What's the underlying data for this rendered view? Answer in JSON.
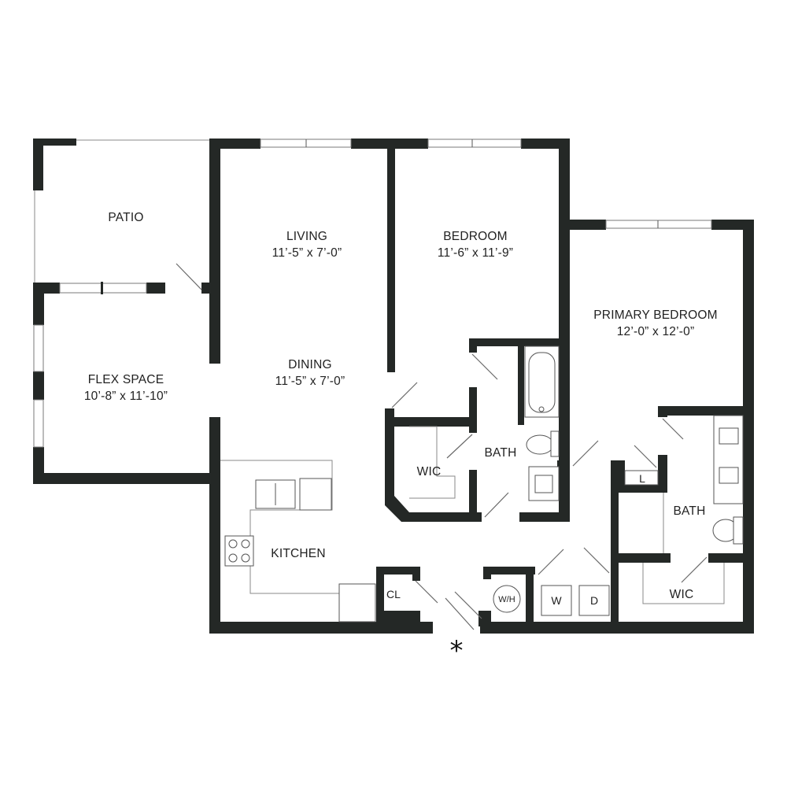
{
  "rooms": {
    "patio": {
      "name": "PATIO"
    },
    "living": {
      "name": "LIVING",
      "size": "11’-5” x 7’-0”"
    },
    "bedroom": {
      "name": "BEDROOM",
      "size": "11’-6” x 11’-9”"
    },
    "primary_bedroom": {
      "name": "PRIMARY BEDROOM",
      "size": "12’-0” x 12’-0”"
    },
    "flex_space": {
      "name": "FLEX SPACE",
      "size": "10’-8” x 11’-10”"
    },
    "dining": {
      "name": "DINING",
      "size": "11’-5” x 7’-0”"
    },
    "wic_1": {
      "name": "WIC"
    },
    "bath_1": {
      "name": "BATH"
    },
    "kitchen": {
      "name": "KITCHEN"
    },
    "bath_2": {
      "name": "BATH"
    },
    "wic_2": {
      "name": "WIC"
    },
    "closet": {
      "name": "CL"
    },
    "linen": {
      "name": "L"
    }
  },
  "fixtures": {
    "water_heater": "W/H",
    "washer": "W",
    "dryer": "D"
  },
  "entry_marker": "*"
}
